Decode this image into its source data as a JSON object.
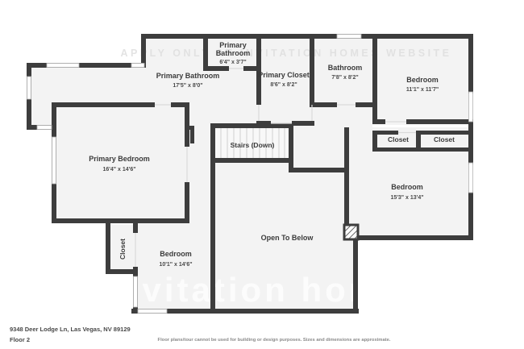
{
  "floor_plan": {
    "rooms": [
      {
        "name": "Primary Bathroom",
        "dimensions": "17'5\" x 8'0\""
      },
      {
        "name": "Primary Bathroom",
        "name_lines": [
          "Primary",
          "Bathroom"
        ],
        "dimensions": "6'4\" x 3'7\""
      },
      {
        "name": "Primary Closet",
        "dimensions": "8'6\" x 8'2\""
      },
      {
        "name": "Bathroom",
        "dimensions": "7'8\" x 8'2\""
      },
      {
        "name": "Bedroom",
        "dimensions": "11'1\" x 11'7\""
      },
      {
        "name": "Primary Bedroom",
        "dimensions": "16'4\" x 14'6\""
      },
      {
        "name": "Closet"
      },
      {
        "name": "Closet"
      },
      {
        "name": "Stairs (Down)"
      },
      {
        "name": "Bedroom",
        "dimensions": "15'3\" x 13'4\""
      },
      {
        "name": "Closet"
      },
      {
        "name": "Bedroom",
        "dimensions": "10'1\" x 14'6\""
      },
      {
        "name": "Open To Below"
      }
    ]
  },
  "watermarks": {
    "top": "APPLY ONLY AT INVITATION HOMES WEBSITE",
    "bottom": "invitation homes"
  },
  "footer": {
    "address": "9348 Deer Lodge Ln, Las Vegas, NV 89129",
    "floor_label": "Floor 2",
    "disclaimer": "Floor plans/tour cannot be used for building or design purposes. Sizes and dimensions are approximate."
  },
  "colors": {
    "wall": "#3d3d3d",
    "floor": "#f3f3f3",
    "label": "#3b3b3b",
    "dim_text": "#4a4a4a",
    "watermark_bottom": "#ffffff",
    "watermark_top": "#dfdfdf"
  }
}
